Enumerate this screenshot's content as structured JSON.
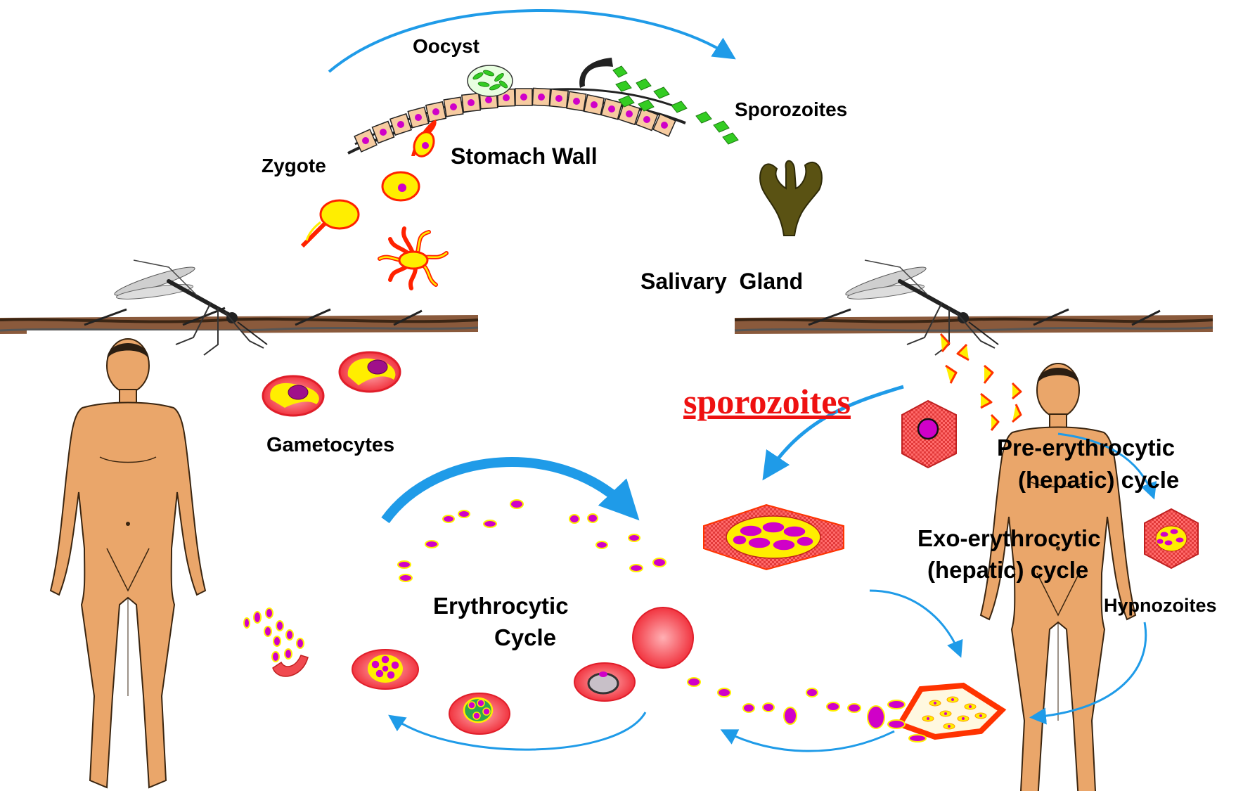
{
  "labels": {
    "oocyst": "Oocyst",
    "sporozoites_top": "Sporozoites",
    "zygote": "Zygote",
    "stomach_wall": "Stomach Wall",
    "salivary_gland": "Salivary  Gland",
    "gametocytes": "Gametocytes",
    "sporozoites_red": "sporozoites",
    "pre_erythrocytic_1": "Pre-erythrocytic",
    "pre_erythrocytic_2": "(hepatic) cycle",
    "exo_erythrocytic_1": "Exo-erythrocytic",
    "exo_erythrocytic_2": "(hepatic) cycle",
    "hypnozoites": "Hypnozoites",
    "erythrocytic_1": "Erythrocytic",
    "erythrocytic_2": "Cycle"
  },
  "colors": {
    "arrow": "#1f9be8",
    "skin": "#eaa66a",
    "skin_outline": "#3a2510",
    "rbc": "#f03a40",
    "parasite_yellow": "#ffee00",
    "nucleus_magenta": "#d000c8",
    "sporozoite_green": "#33cc22",
    "gland": "#5a5213",
    "red_label": "#ee1111"
  },
  "icons": [
    "mosquito-icon",
    "human-figure-icon",
    "salivary-gland-icon",
    "oocyst-icon",
    "liver-cell-icon",
    "red-blood-cell-icon"
  ]
}
